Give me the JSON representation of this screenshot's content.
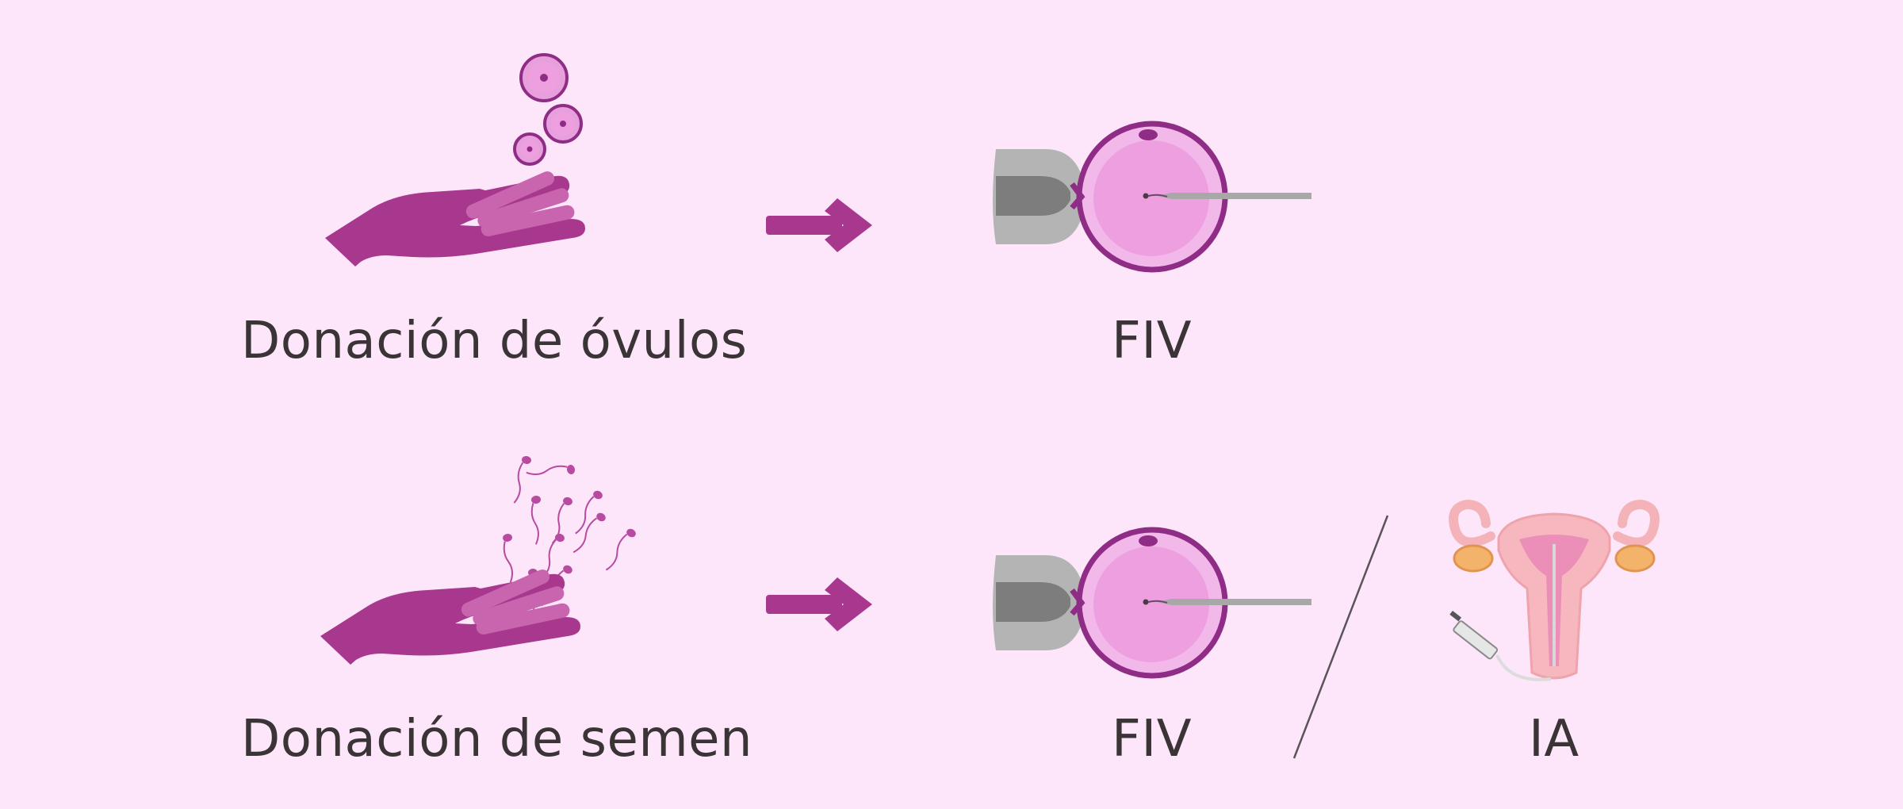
{
  "rows": [
    {
      "donation": "Donación de óvulos",
      "treatments": [
        "FIV"
      ]
    },
    {
      "donation": "Donación de semen",
      "treatments": [
        "FIV",
        "IA"
      ]
    }
  ],
  "colors": {
    "background": "#fde6fa",
    "hand": "#a8388e",
    "hand_light": "#c865ae",
    "oocyte": "#ee9fdf",
    "oocyte_border": "#8f2d86",
    "pipette": "#9b9b9b",
    "text": "#3a3436"
  },
  "icons": [
    "hand-egg-icon",
    "egg-cells-icon",
    "arrow-right-icon",
    "ivf-oocyte-icon",
    "hand-sperm-icon",
    "sperm-cells-icon",
    "uterus-icon",
    "syringe-icon"
  ]
}
